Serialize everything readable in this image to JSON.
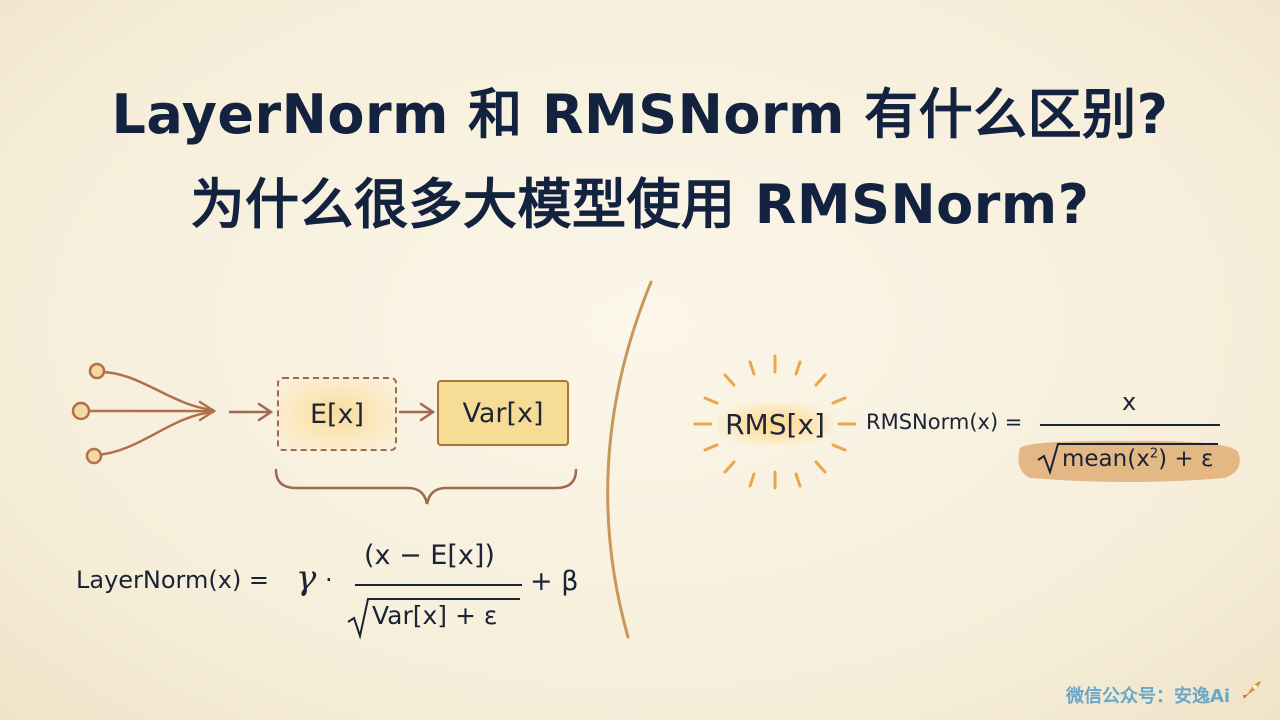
{
  "title": {
    "line1": "LayerNorm 和 RMSNorm 有什么区别?",
    "line2": "为什么很多大模型使用 RMSNorm?"
  },
  "layernorm_side": {
    "box_mean": "E[x]",
    "box_var": "Var[x]",
    "formula": {
      "lhs": "LayerNorm(x) =",
      "gamma": "γ",
      "dot": "·",
      "numerator": "(x − E[x])",
      "denominator": "Var[x] + ε",
      "tail": "+ β"
    }
  },
  "rmsnorm_side": {
    "box_rms": "RMS[x]",
    "formula": {
      "lhs": "RMSNorm(x) =",
      "numerator": "x",
      "denominator_pre": "mean(x",
      "denominator_sup": "2",
      "denominator_post": ") + ε"
    }
  },
  "watermark": {
    "text": "微信公众号：安逸Ai",
    "icon": "rocket-icon"
  },
  "colors": {
    "background": "#f8f1df",
    "title": "#13223f",
    "accent_brown": "#a06a50",
    "highlight_yellow": "#f7dc95",
    "highlight_orange": "#d58a3c",
    "divider": "#c9975a"
  }
}
